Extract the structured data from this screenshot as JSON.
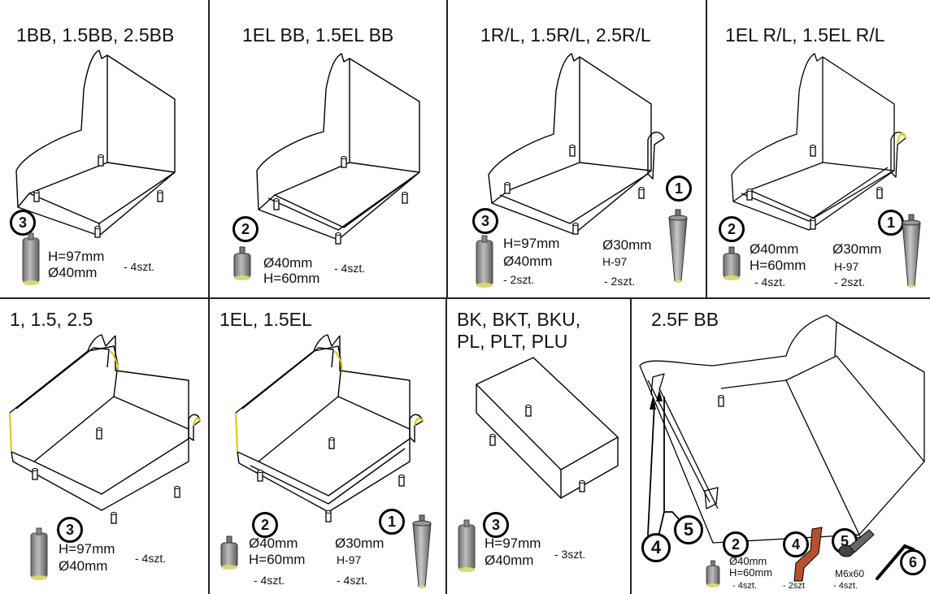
{
  "cells": [
    {
      "title": "1BB, 1.5BB, 2.5BB",
      "badge": "3",
      "h": "H=97mm",
      "d": "Ø40mm",
      "qty": "- 4szt."
    },
    {
      "title": "1EL BB, 1.5EL BB",
      "badge": "2",
      "d": "Ø40mm",
      "h": "H=60mm",
      "qty": "- 4szt."
    },
    {
      "title": "1R/L, 1.5R/L, 2.5R/L",
      "badge_a": "3",
      "h": "H=97mm",
      "d": "Ø40mm",
      "qty_a": "- 2szt.",
      "badge_b": "1",
      "d2": "Ø30mm",
      "h2": "H-97",
      "qty_b": "- 2szt."
    },
    {
      "title": "1EL R/L, 1.5EL R/L",
      "badge_a": "2",
      "d": "Ø40mm",
      "h": "H=60mm",
      "qty_a": "- 4szt.",
      "badge_b": "1",
      "d2": "Ø30mm",
      "h2": "H-97",
      "qty_b": "- 2szt."
    },
    {
      "title": "1, 1.5, 2.5",
      "badge": "3",
      "h": "H=97mm",
      "d": "Ø40mm",
      "qty": "- 4szt."
    },
    {
      "title": "1EL, 1.5EL",
      "badge_a": "2",
      "d": "Ø40mm",
      "h": "H=60mm",
      "qty_a": "- 4szt.",
      "badge_b": "1",
      "d2": "Ø30mm",
      "h2": "H-97",
      "qty_b": "- 4szt."
    },
    {
      "title": "BK, BKT, BKU,\nPL, PLT, PLU",
      "badge": "3",
      "h": "H=97mm",
      "d": "Ø40mm",
      "qty": "- 3szt."
    },
    {
      "title": "2.5F BB",
      "callout_a": "4",
      "callout_b": "5",
      "p2": {
        "badge": "2",
        "d": "Ø40mm",
        "h": "H=60mm",
        "qty": "- 4szt."
      },
      "p4": {
        "badge": "4",
        "qty": "- 2szt"
      },
      "p5": {
        "badge": "5",
        "size": "M6x60",
        "qty": "- 4szt."
      },
      "p6": {
        "badge": "6"
      }
    }
  ],
  "colors": {
    "line": "#222222",
    "leg_gray": "#8a8a8a",
    "bracket": "#b5522e",
    "accent_yellow": "#e0d000"
  },
  "icons": [
    "sofa-module-drawing",
    "cylinder-leg-icon",
    "short-leg-icon",
    "tapered-leg-icon",
    "bracket-icon",
    "bolt-icon",
    "hex-key-icon"
  ]
}
